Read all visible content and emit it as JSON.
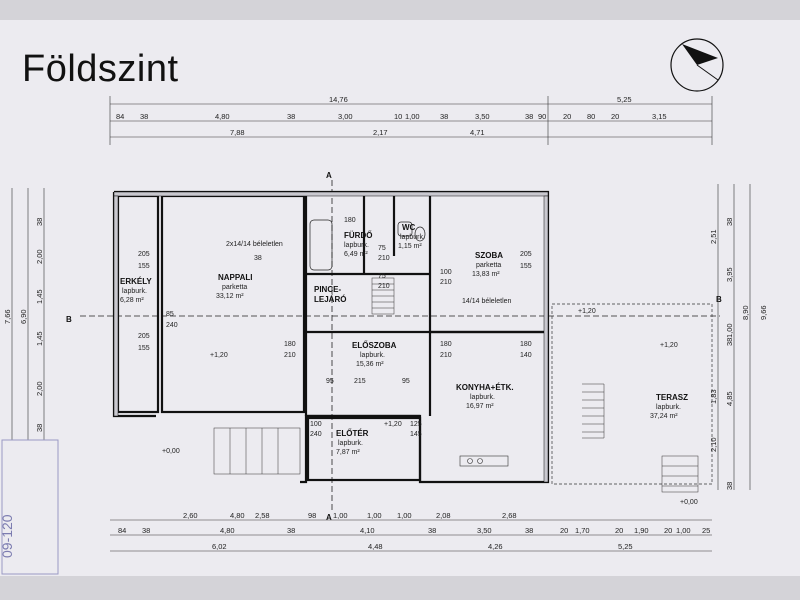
{
  "title": "Földszint",
  "rooms": {
    "erkely": {
      "name": "ERKÉLY",
      "floor": "lapburk.",
      "area": "6,28 m²"
    },
    "nappali": {
      "name": "NAPPALI",
      "floor": "parketta",
      "area": "33,12 m²"
    },
    "furdo": {
      "name": "FÜRDŐ",
      "floor": "lapburk.",
      "area": "6,49 m²"
    },
    "wc": {
      "name": "WC",
      "floor": "lapburk.",
      "area": "1,15 m²"
    },
    "szoba": {
      "name": "SZOBA",
      "floor": "parketta",
      "area": "13,83 m²"
    },
    "pince": {
      "name": "PINCE-\nLEJÁRÓ",
      "line1": "PINCE-",
      "line2": "LEJÁRÓ"
    },
    "eloszoba": {
      "name": "ELŐSZOBA",
      "floor": "lapburk.",
      "area": "15,36 m²"
    },
    "konyha": {
      "name": "KONYHA+ÉTK.",
      "floor": "lapburk.",
      "area": "16,97 m²"
    },
    "eloter": {
      "name": "ELŐTÉR",
      "floor": "lapburk.",
      "area": "7,87 m²"
    },
    "terasz": {
      "name": "TERASZ",
      "floor": "lapburk.",
      "area": "37,24 m²"
    }
  },
  "notes": {
    "beleletlen1": "2x14/14 béleletlen",
    "beleletlen2": "14/14 béleletlen",
    "level_plus": "+1,20",
    "level_plus_b": "+1,20",
    "level_zero": "+0,00",
    "level_zero_b": "+0,00",
    "section_a": "A",
    "section_b": "B"
  },
  "top_dims": {
    "row1_total": "14,76",
    "row1_right": "5,25",
    "row2": [
      "84",
      "38",
      "4,80",
      "38",
      "3,00",
      "10",
      "1,00",
      "38",
      "3,50",
      "38",
      "90",
      "20",
      "80",
      "20",
      "3,15"
    ],
    "row3": [
      "7,88",
      "2,17",
      "4,71"
    ]
  },
  "bottom_dims": {
    "row1": [
      "2,60",
      "4,80",
      "2,58",
      "98",
      "1,00",
      "1,00",
      "1,00",
      "2,08",
      "2,68"
    ],
    "row2": [
      "84",
      "38",
      "4,80",
      "38",
      "4,10",
      "38",
      "3,50",
      "38",
      "20",
      "1,70",
      "20",
      "1,90",
      "20",
      "1,00",
      "25"
    ],
    "row3": [
      "6,02",
      "4,48",
      "4,26",
      "5,25"
    ]
  },
  "left_dims": [
    "38",
    "2,00",
    "1,45",
    "1,45",
    "2,00",
    "38",
    "7,66",
    "6,90"
  ],
  "right_dims": [
    "2,51",
    "38",
    "3,95",
    "38",
    "1,00",
    "1,83",
    "4,85",
    "2,10",
    "38",
    "8,90",
    "9,66"
  ],
  "stamp_text": "09-120"
}
